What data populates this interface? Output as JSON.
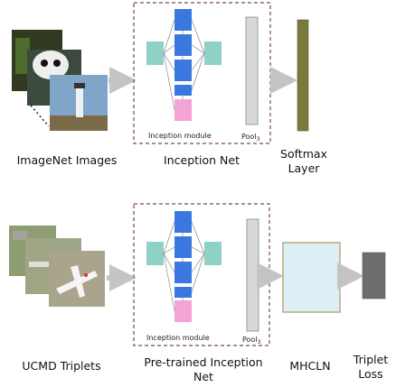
{
  "top_row": {
    "input_label": "ImageNet Images",
    "net_label": "Inception Net",
    "module_label": "Inception  module",
    "pool_label": "Pool",
    "pool_sub": "3",
    "output_label": "Softmax\nLayer"
  },
  "bottom_row": {
    "input_label": "UCMD Triplets",
    "net_label": "Pre-trained Inception\nNet",
    "module_label": "Inception  module",
    "pool_label": "Pool",
    "pool_sub": "3",
    "hash_label": "MHCLN",
    "loss_label": "Triplet\nLoss"
  },
  "colors": {
    "box_border": "#7a4a45",
    "blue_block": "#3a78e0",
    "teal_block": "#8fd1c4",
    "pink_block": "#f3a3d6",
    "pool_bar": "#d8d8d8",
    "softmax_bar": "#7a7a3a",
    "mhcln_fill": "#dceff5",
    "mhcln_border": "#b8ab7c",
    "loss_block": "#6d6d6d",
    "arrow": "#c4c4c4"
  }
}
